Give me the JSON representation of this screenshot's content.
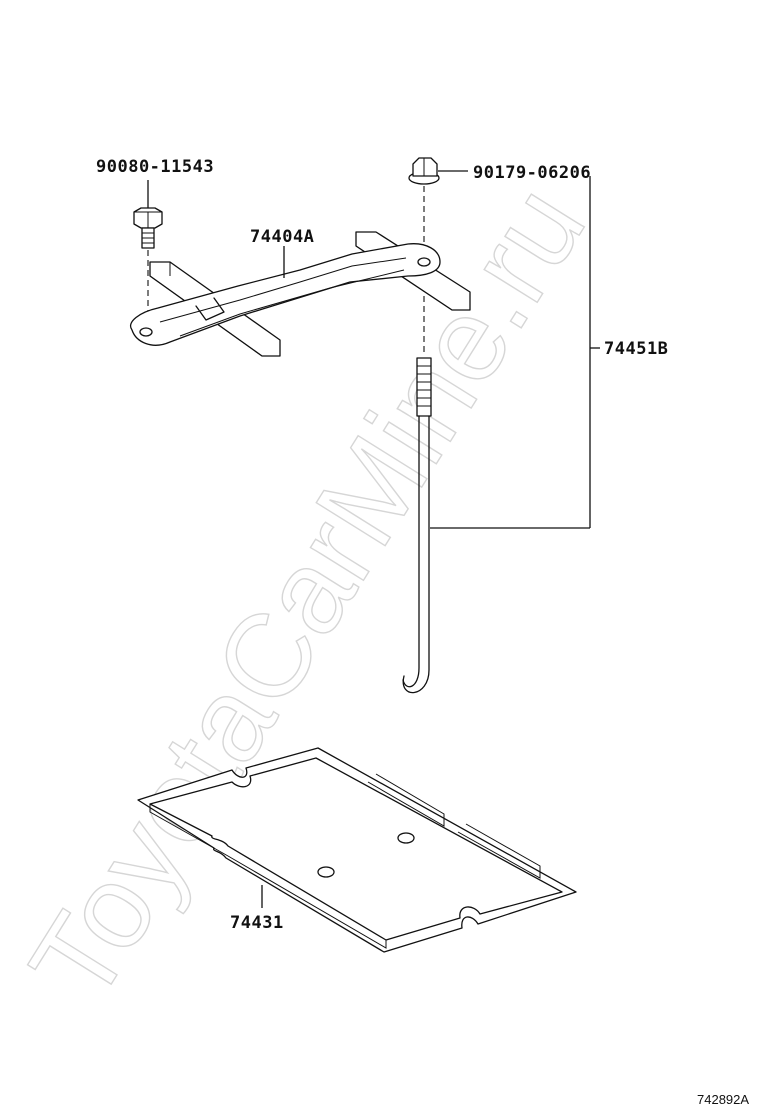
{
  "parts": {
    "bolt": "90080-11543",
    "nut": "90179-06206",
    "clamp": "74404A",
    "rod_group": "74451B",
    "tray": "74431"
  },
  "figure_code": "742892A",
  "watermark": "ToyotaCarMine.ru"
}
